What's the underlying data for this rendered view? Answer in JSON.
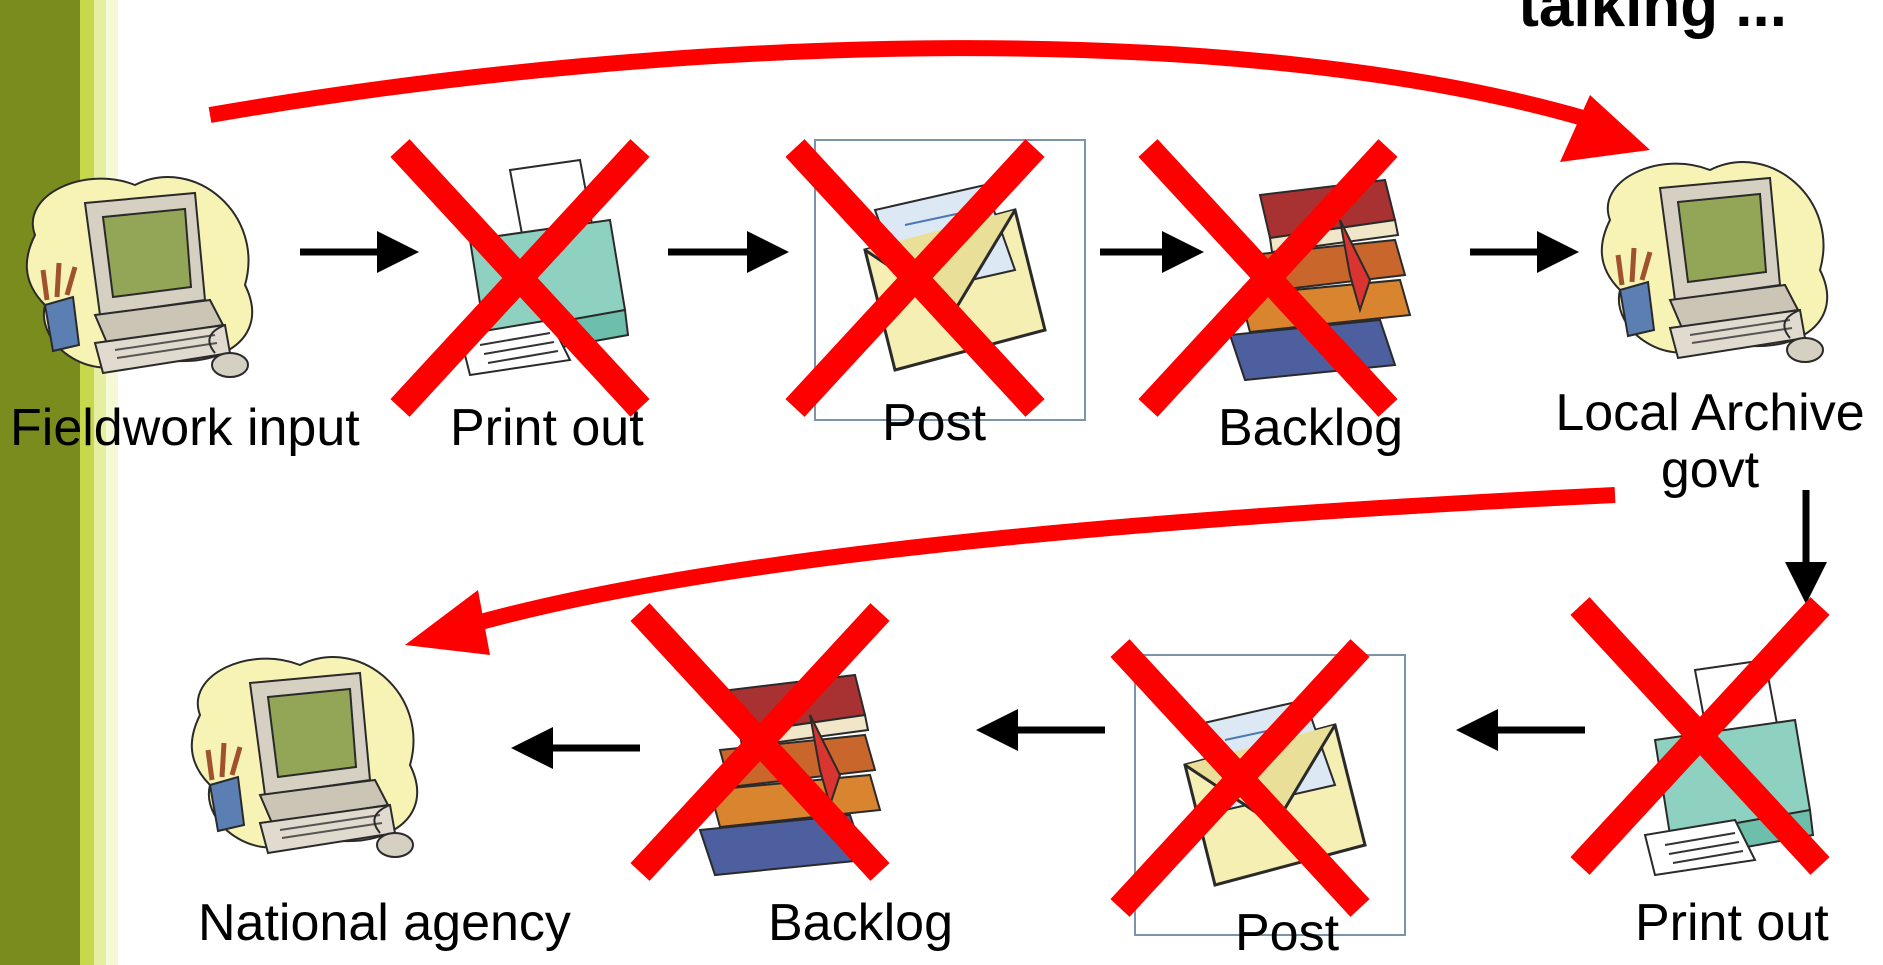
{
  "slide": {
    "title_fragment": "talking ..."
  },
  "nodes": {
    "fieldwork": "Fieldwork input",
    "print1": "Print out",
    "post1": "Post",
    "backlog1": "Backlog",
    "local_archive_line1": "Local Archive",
    "local_archive_line2": "govt",
    "national": "National agency",
    "backlog2": "Backlog",
    "post2": "Post",
    "print2": "Print out"
  },
  "icons": {
    "computer": "computer-icon",
    "printer": "printer-icon",
    "envelope": "envelope-icon",
    "books": "books-icon",
    "cross": "red-x-icon"
  },
  "colors": {
    "sidebar_dark": "#7a8c1d",
    "sidebar_mid": "#c7d84d",
    "cross_red": "#ff0000",
    "arrow_black": "#000000",
    "blob": "#f7f3b5"
  }
}
